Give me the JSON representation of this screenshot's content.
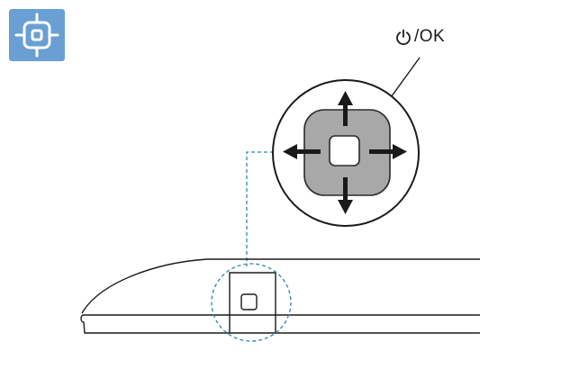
{
  "badge": {
    "icon": "crosshair-target-icon",
    "color": "#6a9fd4"
  },
  "callout": {
    "label": "/OK",
    "icon": "power-icon"
  },
  "joystick": {
    "arrows": [
      "up",
      "down",
      "left",
      "right"
    ],
    "pad_color": "#a8a8a8"
  },
  "guide_color": "#2f8aa0"
}
